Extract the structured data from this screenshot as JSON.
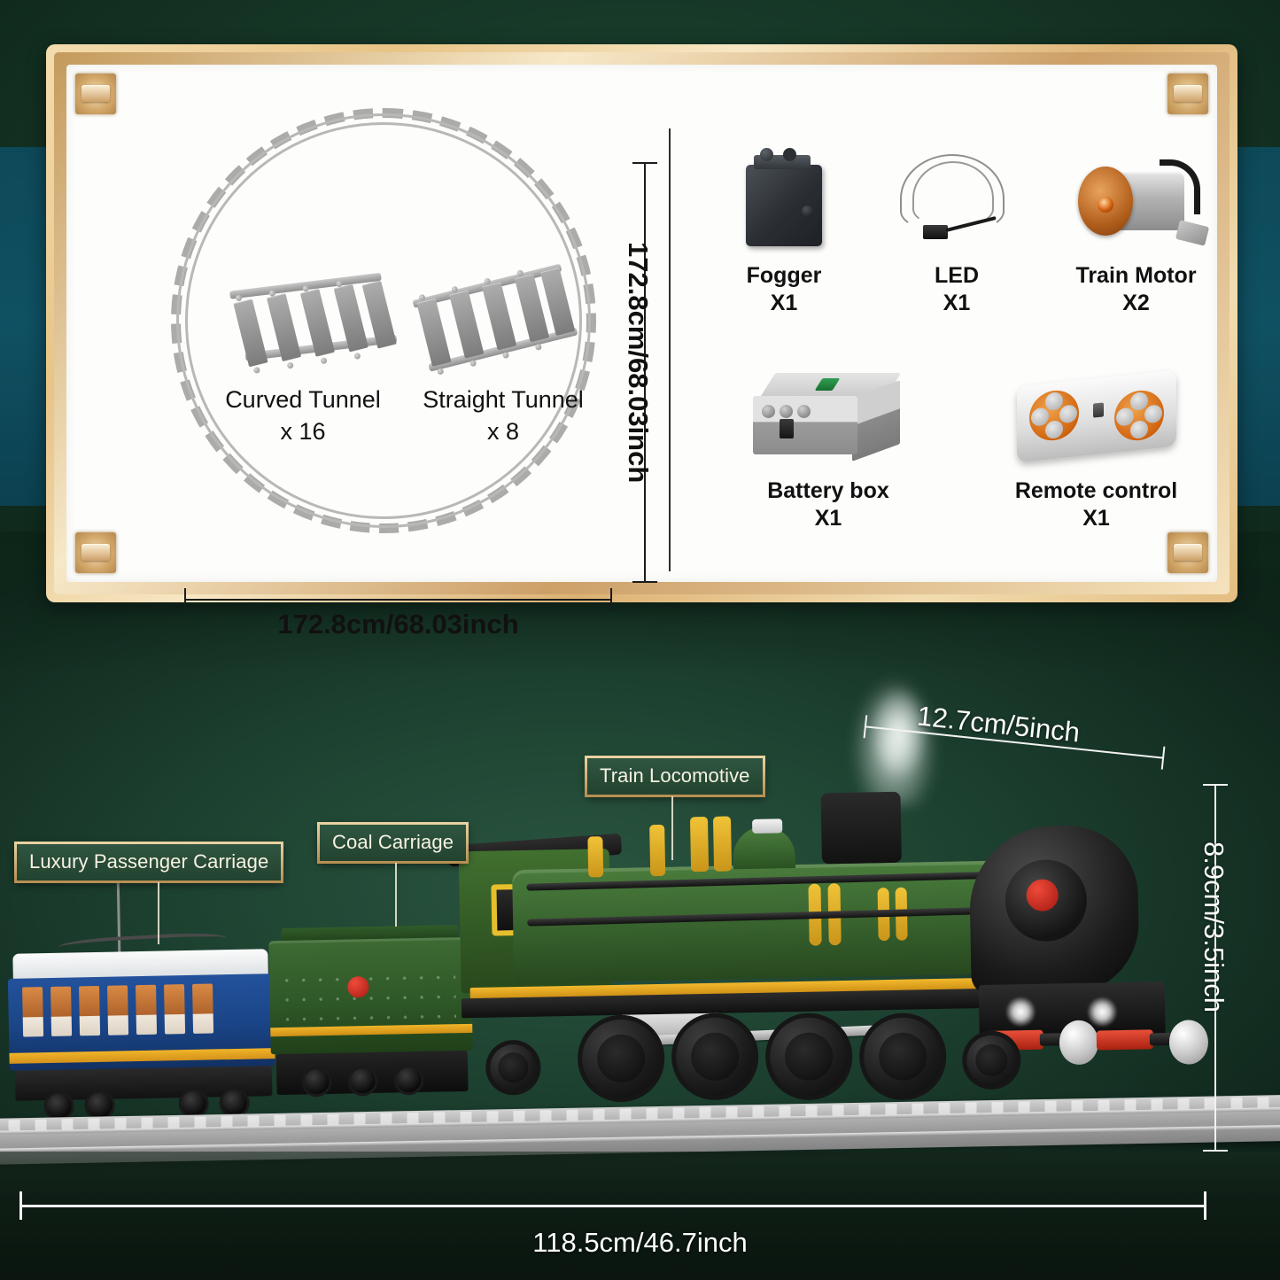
{
  "top_panel": {
    "track_loop": {
      "pieces": [
        {
          "name": "Curved Tunnel",
          "qty": "x 16"
        },
        {
          "name": "Straight Tunnel",
          "qty": "x 8"
        }
      ],
      "height_dimension": "172.8cm/68.03inch",
      "width_dimension": "172.8cm/68.03inch"
    },
    "components": [
      {
        "name": "Fogger",
        "qty": "X1",
        "icon": "fogger-icon"
      },
      {
        "name": "LED",
        "qty": "X1",
        "icon": "led-icon"
      },
      {
        "name": "Train Motor",
        "qty": "X2",
        "icon": "train-motor-icon"
      },
      {
        "name": "Battery box",
        "qty": "X1",
        "icon": "battery-box-icon"
      },
      {
        "name": "Remote control",
        "qty": "X1",
        "icon": "remote-control-icon"
      }
    ]
  },
  "scene": {
    "callouts": [
      {
        "label": "Luxury Passenger Carriage"
      },
      {
        "label": "Coal Carriage"
      },
      {
        "label": "Train Locomotive"
      }
    ],
    "dimensions": {
      "smokebox_width": "12.7cm/5inch",
      "train_height": "8.9cm/3.5inch",
      "train_length": "118.5cm/46.7inch"
    }
  },
  "colors": {
    "frame_gold": "#e8c486",
    "card_white": "#fdfdfb",
    "bg_green": "#1d4130",
    "bg_teal": "#0f5265",
    "loco_green": "#3a6630",
    "accent_yellow": "#f0b429",
    "carriage_blue": "#1a4486",
    "callout_text": "#f6f2e3"
  }
}
